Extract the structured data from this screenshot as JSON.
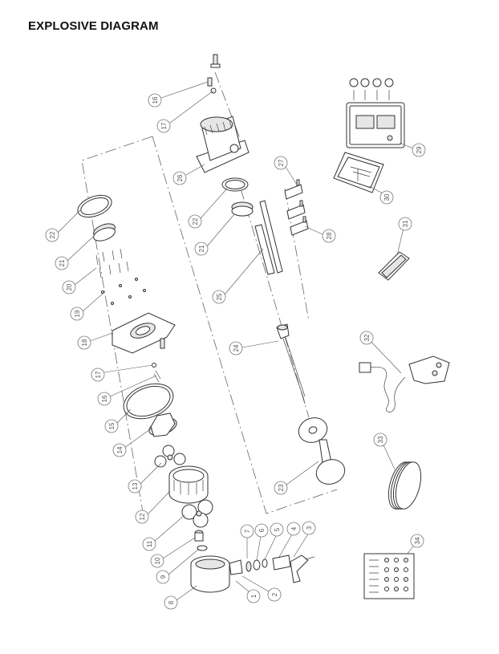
{
  "header": {
    "title": "EXPLOSIVE DIAGRAM"
  },
  "callouts": [
    {
      "id": "c16a",
      "label": "16"
    },
    {
      "id": "c17a",
      "label": "17"
    },
    {
      "id": "c26",
      "label": "26"
    },
    {
      "id": "c22a",
      "label": "22"
    },
    {
      "id": "c21a",
      "label": "21"
    },
    {
      "id": "c25",
      "label": "25"
    },
    {
      "id": "c27",
      "label": "27"
    },
    {
      "id": "c28",
      "label": "28"
    },
    {
      "id": "c22b",
      "label": "22"
    },
    {
      "id": "c21b",
      "label": "21"
    },
    {
      "id": "c20",
      "label": "20"
    },
    {
      "id": "c19",
      "label": "19"
    },
    {
      "id": "c18",
      "label": "18"
    },
    {
      "id": "c17b",
      "label": "17"
    },
    {
      "id": "c16b",
      "label": "16"
    },
    {
      "id": "c15",
      "label": "15"
    },
    {
      "id": "c14",
      "label": "14"
    },
    {
      "id": "c13",
      "label": "13"
    },
    {
      "id": "c12",
      "label": "12"
    },
    {
      "id": "c11",
      "label": "11"
    },
    {
      "id": "c10",
      "label": "10"
    },
    {
      "id": "c9",
      "label": "9"
    },
    {
      "id": "c8",
      "label": "8"
    },
    {
      "id": "c24",
      "label": "24"
    },
    {
      "id": "c23",
      "label": "23"
    },
    {
      "id": "c7",
      "label": "7"
    },
    {
      "id": "c6",
      "label": "6"
    },
    {
      "id": "c5",
      "label": "5"
    },
    {
      "id": "c4",
      "label": "4"
    },
    {
      "id": "c3",
      "label": "3"
    },
    {
      "id": "c2",
      "label": "2"
    },
    {
      "id": "c1",
      "label": "1"
    },
    {
      "id": "c29",
      "label": "29"
    },
    {
      "id": "c30",
      "label": "30"
    },
    {
      "id": "c31",
      "label": "31"
    },
    {
      "id": "c32",
      "label": "32"
    },
    {
      "id": "c33",
      "label": "33"
    },
    {
      "id": "c34",
      "label": "34"
    }
  ]
}
